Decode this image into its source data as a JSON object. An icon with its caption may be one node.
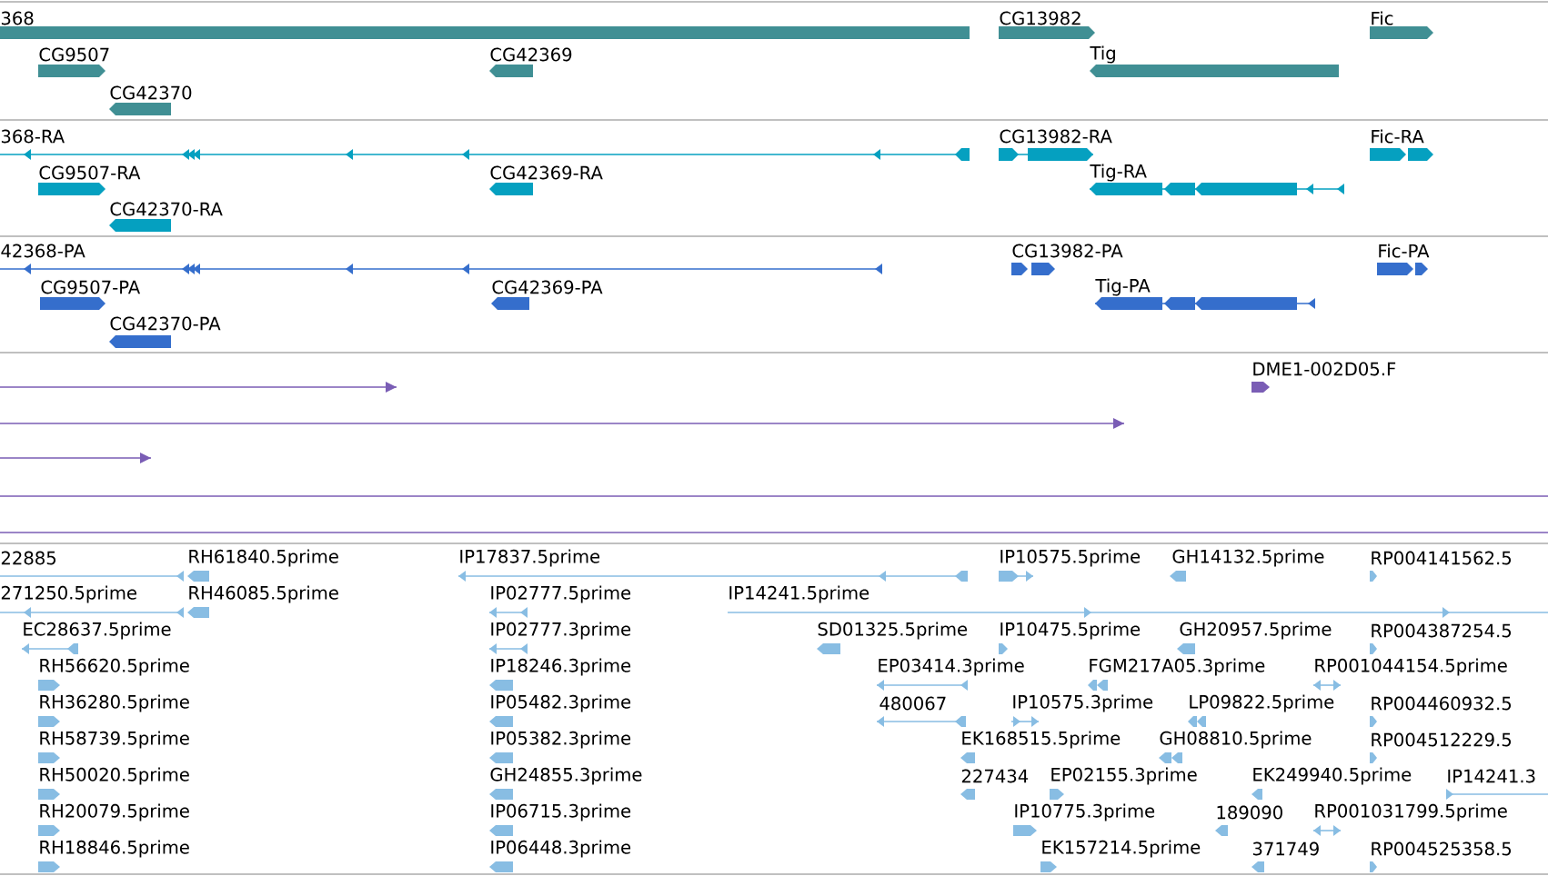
{
  "diagram": {
    "labels": [
      "368",
      "CG13982",
      "Fic",
      "CG9507",
      "CG42369",
      "Tig",
      "CG42370",
      "368-RA",
      "CG13982-RA",
      "Fic-RA",
      "CG9507-RA",
      "CG42369-RA",
      "Tig-RA",
      "CG42370-RA",
      "42368-PA",
      "CG13982-PA",
      "Fic-PA",
      "CG9507-PA",
      "CG42369-PA",
      "Tig-PA",
      "CG42370-PA",
      "DME1-002D05.F",
      "22885",
      "RH61840.5prime",
      "IP17837.5prime",
      "IP10575.5prime",
      "GH14132.5prime",
      "RP004141562.5",
      "271250.5prime",
      "RH46085.5prime",
      "IP02777.5prime",
      "IP14241.5prime",
      "EC28637.5prime",
      "IP02777.3prime",
      "SD01325.5prime",
      "IP10475.5prime",
      "GH20957.5prime",
      "RP004387254.5",
      "RH56620.5prime",
      "IP18246.3prime",
      "EP03414.3prime",
      "FGM217A05.3prime",
      "RP001044154.5prime",
      "RH36280.5prime",
      "IP05482.3prime",
      "480067",
      "IP10575.3prime",
      "LP09822.5prime",
      "RP004460932.5",
      "RH58739.5prime",
      "IP05382.3prime",
      "EK168515.5prime",
      "GH08810.5prime",
      "RP004512229.5",
      "RH50020.5prime",
      "GH24855.3prime",
      "227434",
      "EP02155.3prime",
      "EK249940.5prime",
      "IP14241.3",
      "RH20079.5prime",
      "IP06715.3prime",
      "IP10775.3prime",
      "189090",
      "RP001031799.5prime",
      "RH18846.5prime",
      "IP06448.3prime",
      "EK157214.5prime",
      "371749",
      "RP004525358.5"
    ]
  }
}
